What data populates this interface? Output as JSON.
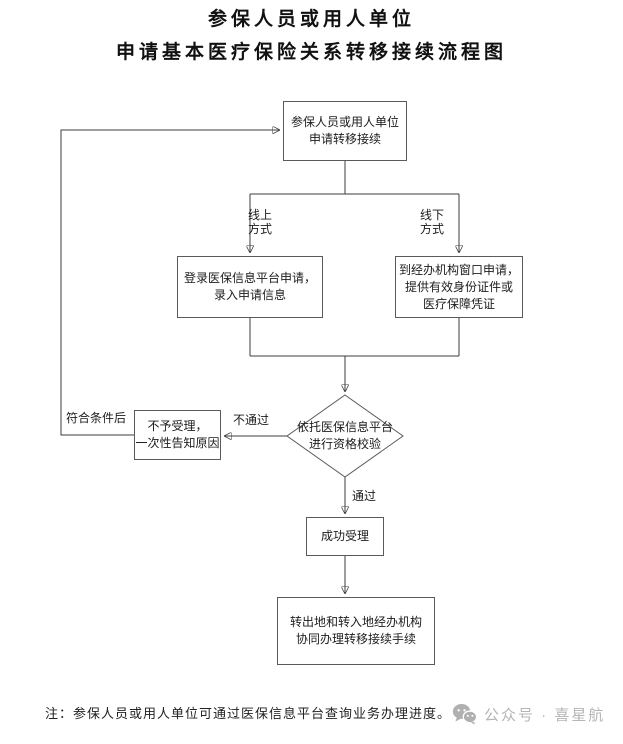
{
  "title": {
    "line1": "参保人员或用人单位",
    "line2": "申请基本医疗保险关系转移接续流程图",
    "full": "参保人员或用人单位\n申请基本医疗保险关系转移接续流程图"
  },
  "flowchart": {
    "nodes": {
      "start": "参保人员或用人单位\n申请转移接续",
      "online": "登录医保信息平台申请，\n录入申请信息",
      "offline": "到经办机构窗口申请，\n提供有效身份证件或\n医疗保障凭证",
      "check": "依托医保信息平台\n进行资格校验",
      "reject": "不予受理，\n一次性告知原因",
      "accept": "成功受理",
      "final": "转出地和转入地经办机构\n协同办理转移接续手续"
    },
    "edge_labels": {
      "online_mode": "线上\n方式",
      "offline_mode": "线下\n方式",
      "fail": "不通过",
      "pass": "通过",
      "requalified": "符合条件后"
    }
  },
  "footer": {
    "note": "注：参保人员或用人单位可通过医保信息平台查询业务办理进度。",
    "watermark": {
      "icon": "wechat-icon",
      "text": "公众号 · 喜星航"
    }
  },
  "colors": {
    "line": "#3d3d3d",
    "node_border": "#5a5a5a",
    "text": "#1c1c1c",
    "watermark": "#b5b5b5",
    "background": "#ffffff"
  }
}
